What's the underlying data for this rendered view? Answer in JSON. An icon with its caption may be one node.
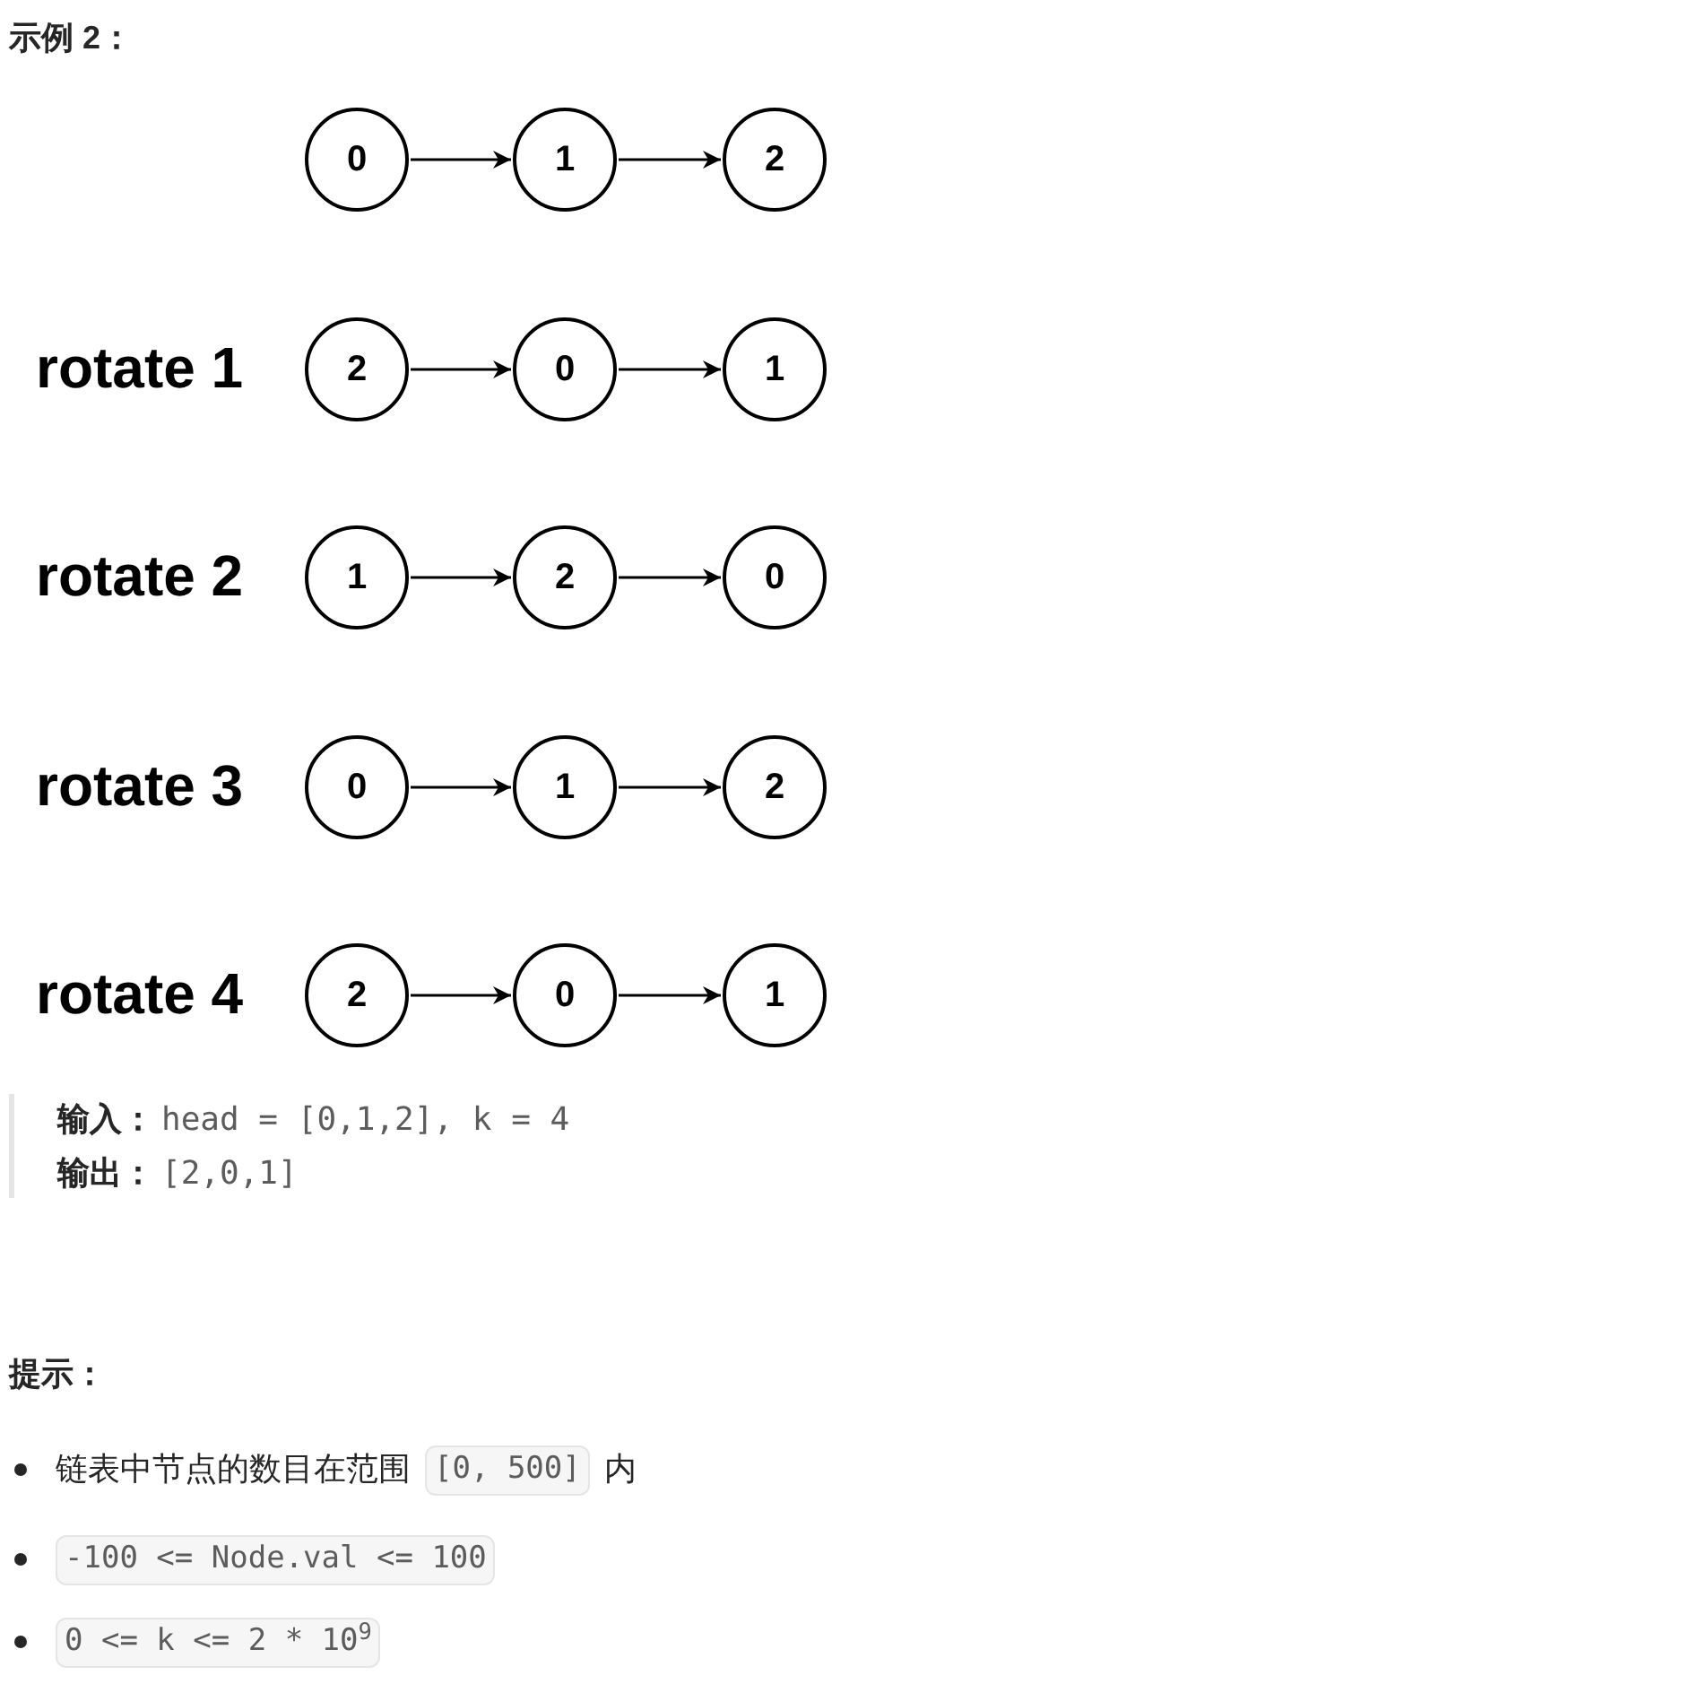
{
  "diagram": {
    "title": "示例 2：",
    "nodes": [
      {
        "text": [
          "0"
        ]
      },
      {
        "text": [
          "1"
        ]
      },
      {
        "text": [
          "2"
        ]
      },
      {
        "text": [
          "2"
        ]
      },
      {
        "text": [
          "0"
        ]
      },
      {
        "text": [
          "1"
        ]
      },
      {
        "text": [
          "1"
        ]
      },
      {
        "text": [
          "2"
        ]
      },
      {
        "text": [
          "0"
        ]
      },
      {
        "text": [
          "0"
        ]
      },
      {
        "text": [
          "1"
        ]
      },
      {
        "text": [
          "2"
        ]
      },
      {
        "text": [
          "2"
        ]
      },
      {
        "text": [
          "0"
        ]
      },
      {
        "text": [
          "1"
        ]
      }
    ],
    "edges": [
      {
        "from": 0,
        "to": 1,
        "arrow": "to"
      },
      {
        "from": 1,
        "to": 2,
        "arrow": "to"
      },
      {
        "from": 3,
        "to": 4,
        "arrow": "to"
      },
      {
        "from": 4,
        "to": 5,
        "arrow": "to"
      },
      {
        "from": 6,
        "to": 7,
        "arrow": "to"
      },
      {
        "from": 7,
        "to": 8,
        "arrow": "to"
      },
      {
        "from": 9,
        "to": 10,
        "arrow": "to"
      },
      {
        "from": 10,
        "to": 11,
        "arrow": "to"
      },
      {
        "from": 12,
        "to": 13,
        "arrow": "to"
      },
      {
        "from": 13,
        "to": 14,
        "arrow": "to"
      }
    ],
    "labels": [
      "rotate 1",
      "rotate 2",
      "rotate 3",
      "rotate 4",
      "输入：",
      "head = [0,1,2], k = 4",
      "输出：",
      "[2,0,1]",
      "提示：",
      "链表中节点的数目在范围",
      "[0, 500]",
      "内",
      "-100 <= Node.val <= 100",
      "0 <= k <= 2 * 10$^{9}$"
    ]
  }
}
